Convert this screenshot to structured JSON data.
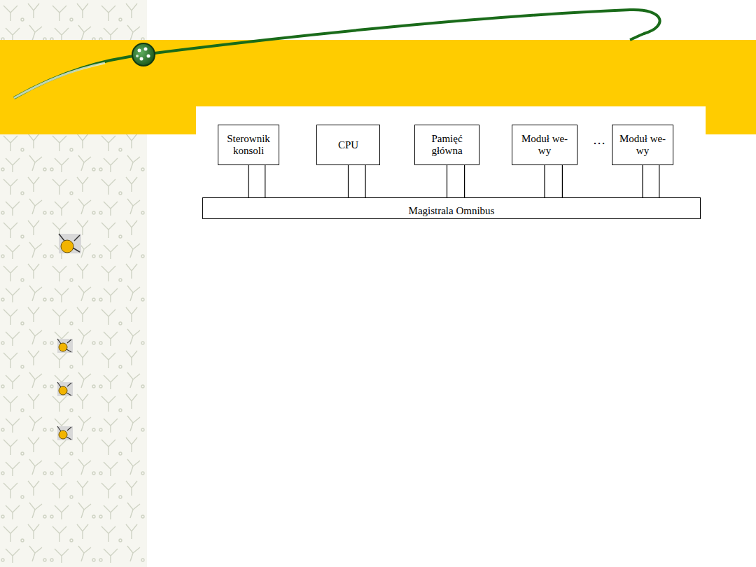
{
  "diagram": {
    "nodes": [
      {
        "text": [
          "Sterownik konsoli"
        ]
      },
      {
        "text": [
          "CPU"
        ]
      },
      {
        "text": [
          "Pamięć główna"
        ]
      },
      {
        "text": [
          "Moduł we-wy"
        ]
      },
      {
        "text": [
          "Moduł we-wy"
        ]
      },
      {
        "text": [
          "Magistrala Omnibus"
        ]
      }
    ],
    "edges": [
      {
        "from": 0,
        "to": 5,
        "arrow": "none"
      },
      {
        "from": 0,
        "to": 5,
        "arrow": "none"
      },
      {
        "from": 1,
        "to": 5,
        "arrow": "none"
      },
      {
        "from": 1,
        "to": 5,
        "arrow": "none"
      },
      {
        "from": 2,
        "to": 5,
        "arrow": "none"
      },
      {
        "from": 2,
        "to": 5,
        "arrow": "none"
      },
      {
        "from": 3,
        "to": 5,
        "arrow": "none"
      },
      {
        "from": 3,
        "to": 5,
        "arrow": "none"
      },
      {
        "from": 4,
        "to": 5,
        "arrow": "none"
      },
      {
        "from": 4,
        "to": 5,
        "arrow": "none"
      }
    ],
    "labels": [
      "…"
    ]
  }
}
